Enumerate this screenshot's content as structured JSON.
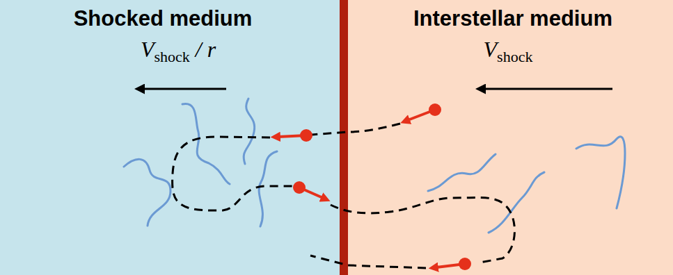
{
  "diagram": {
    "nodes": [
      {
        "text": [
          "Shocked medium",
          "Vshock / r"
        ]
      },
      {
        "text": [
          "Interstellar medium",
          "Vshock"
        ]
      }
    ]
  }
}
